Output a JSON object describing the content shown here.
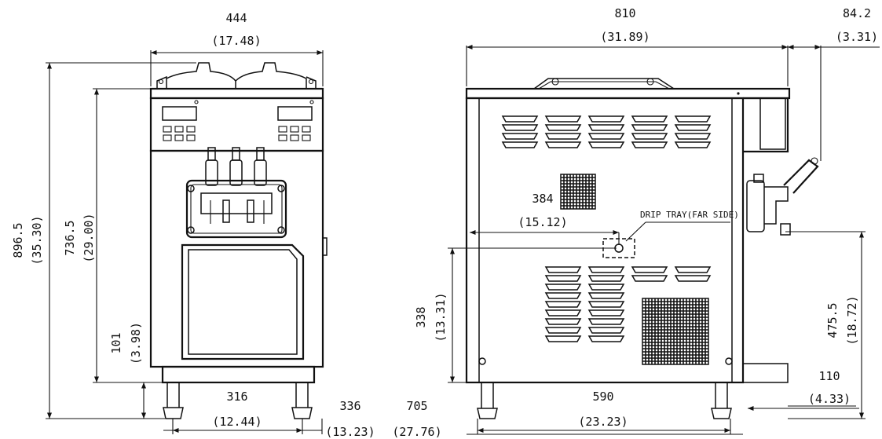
{
  "front_view": {
    "width_mm": "444",
    "width_in": "(17.48)",
    "total_height_mm": "896.5",
    "total_height_in": "(35.30)",
    "body_height_mm": "736.5",
    "body_height_in": "(29.00)",
    "tray_height_mm": "101",
    "tray_height_in": "(3.98)",
    "leg_span_mm": "316",
    "leg_span_in": "(12.44)",
    "base_width_mm": "336",
    "base_width_in": "(13.23)"
  },
  "side_view": {
    "depth_mm": "810",
    "depth_in": "(31.89)",
    "handle_extension_mm": "84.2",
    "handle_extension_in": "(3.31)",
    "drip_tray_depth_mm": "384",
    "drip_tray_depth_in": "(15.12)",
    "drip_tray_label": "DRIP TRAY(FAR SIDE)",
    "drip_tray_height_mm": "338",
    "drip_tray_height_in": "(13.31)",
    "nozzle_height_mm": "475.5",
    "nozzle_height_in": "(18.72)",
    "rest_height_mm": "110",
    "rest_height_in": "(4.33)",
    "leg_span_mm": "590",
    "leg_span_in": "(23.23)",
    "base_depth_mm": "705",
    "base_depth_in": "(27.76)"
  }
}
